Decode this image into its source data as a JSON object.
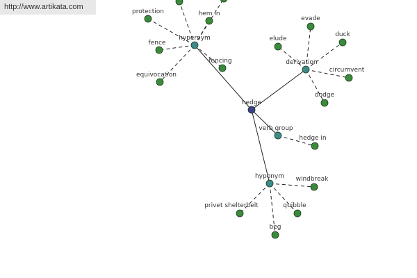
{
  "source_link": "http://www.artikata.com",
  "colors": {
    "center_node": "#3b3f8c",
    "hub_node": "#3f8a8a",
    "leaf_node": "#3c8a3c",
    "edge": "#222222",
    "node_stroke": "#1a3a1a"
  },
  "graph": {
    "center": {
      "label": "hedge"
    },
    "hubs": [
      {
        "id": "hypernym",
        "label": "hypernym",
        "leaves": [
          "protection",
          "hem in",
          "fence",
          "fencing",
          "equivocation"
        ]
      },
      {
        "id": "derivation",
        "label": "derivation",
        "leaves": [
          "elude",
          "evade",
          "duck",
          "circumvent",
          "dodge"
        ]
      },
      {
        "id": "verb_group",
        "label": "verb group",
        "leaves": [
          "hedge in"
        ]
      },
      {
        "id": "hyponym",
        "label": "hyponym",
        "leaves": [
          "windbreak",
          "privet shelterbelt",
          "quibble",
          "beg"
        ]
      }
    ]
  }
}
